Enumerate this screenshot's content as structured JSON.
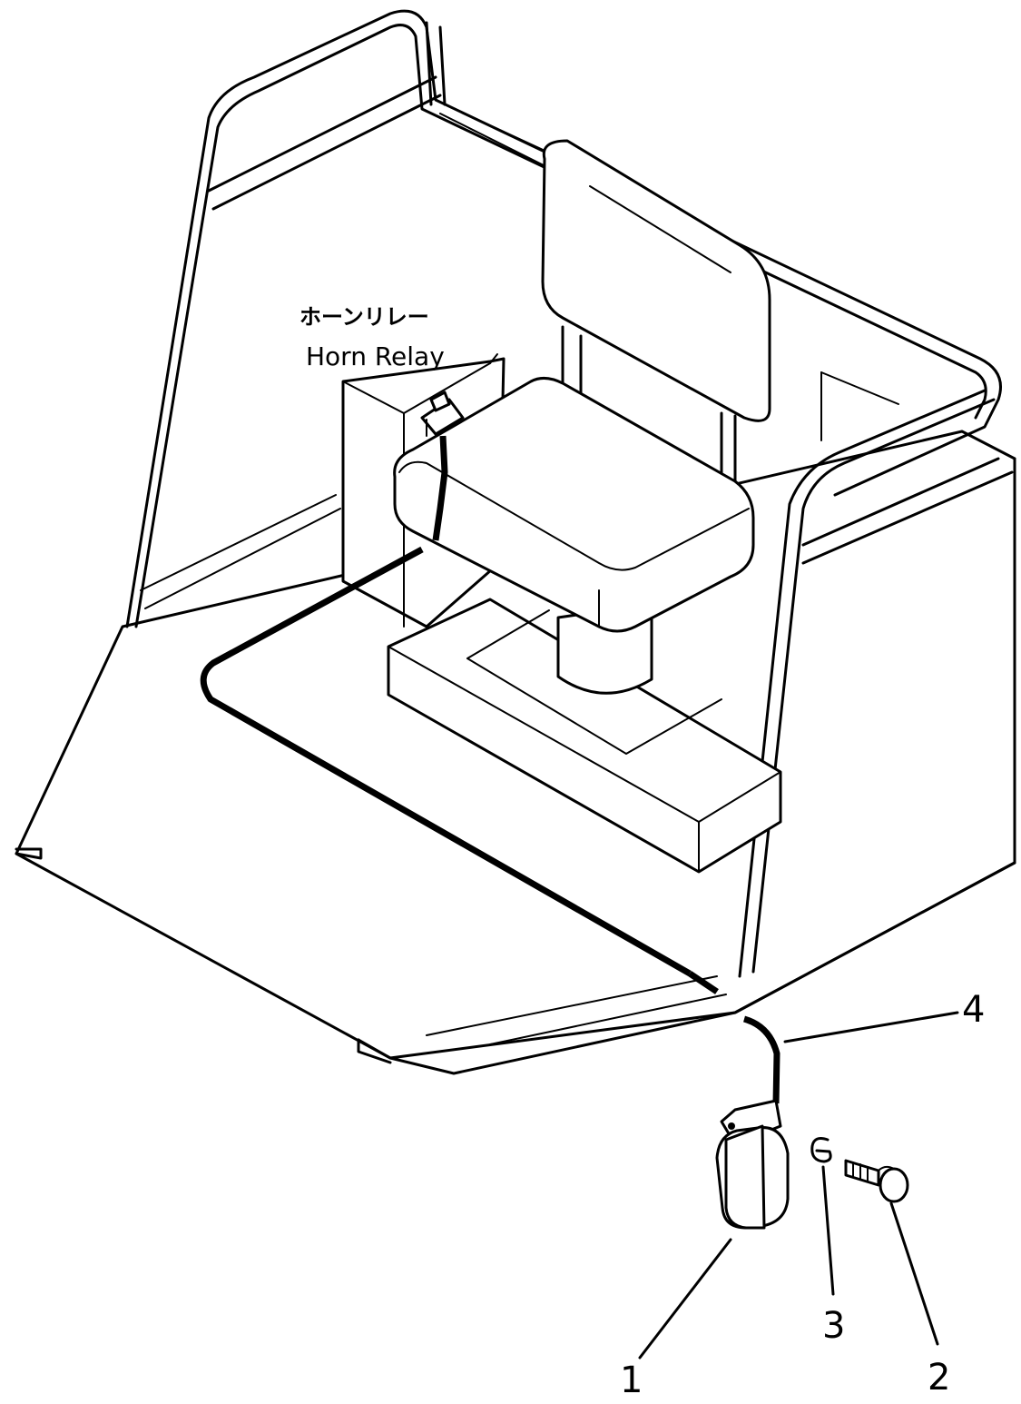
{
  "relay_label": {
    "japanese": "ホーンリレー",
    "english": "Horn Relay"
  },
  "callouts": [
    {
      "id": "1",
      "text": "1"
    },
    {
      "id": "2",
      "text": "2"
    },
    {
      "id": "3",
      "text": "3"
    },
    {
      "id": "4",
      "text": "4"
    }
  ],
  "icons": {
    "horn": "horn-icon",
    "bolt": "bolt-icon",
    "washer": "washer-icon",
    "relay": "relay-icon",
    "seat": "seat-icon"
  }
}
